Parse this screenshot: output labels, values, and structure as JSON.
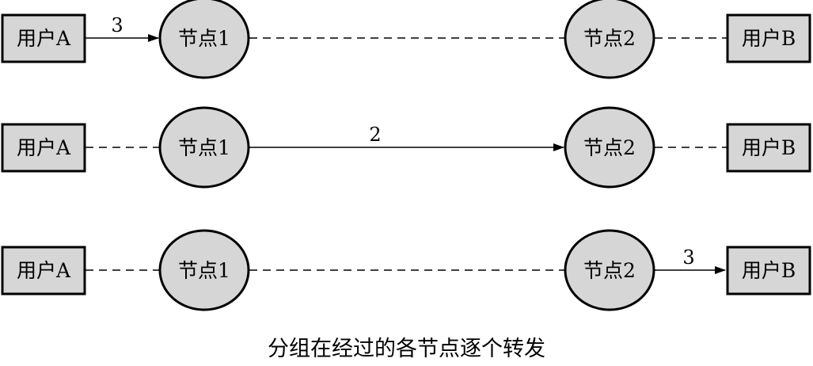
{
  "rows": [
    {
      "user_a": "用户A",
      "node_1": "节点1",
      "node_2": "节点2",
      "user_b": "用户B",
      "step_label": "3",
      "active_segment": "user_a-node_1"
    },
    {
      "user_a": "用户A",
      "node_1": "节点1",
      "node_2": "节点2",
      "user_b": "用户B",
      "step_label": "2",
      "active_segment": "node_1-node_2"
    },
    {
      "user_a": "用户A",
      "node_1": "节点1",
      "node_2": "节点2",
      "user_b": "用户B",
      "step_label": "3",
      "active_segment": "node_2-user_b"
    }
  ],
  "caption": "分组在经过的各节点逐个转发",
  "colors": {
    "shape_fill": "#d6d6d6",
    "stroke": "#000000",
    "background": "#ffffff"
  }
}
